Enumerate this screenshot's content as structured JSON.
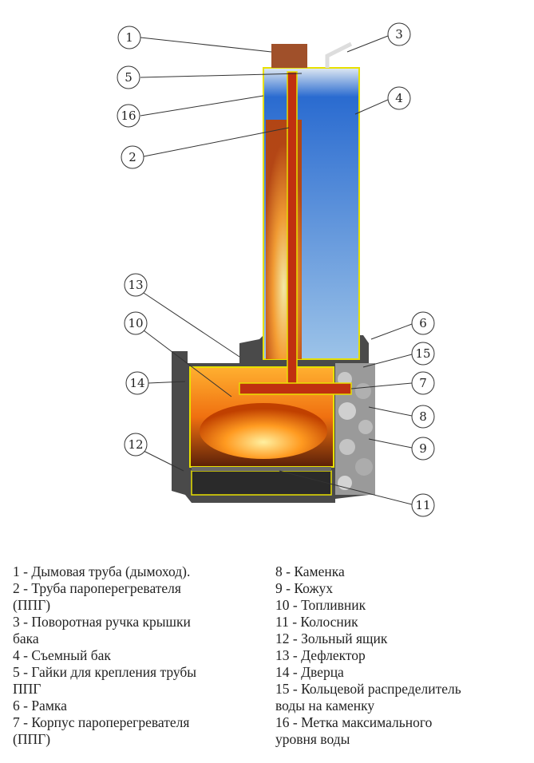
{
  "callouts": [
    "1",
    "2",
    "3",
    "4",
    "5",
    "6",
    "7",
    "8",
    "9",
    "10",
    "11",
    "12",
    "13",
    "14",
    "15",
    "16"
  ],
  "legend_left": [
    "1 - Дымовая труба (дымоход).",
    "2 - Труба пароперегревателя",
    "(ППГ)",
    "3 - Поворотная ручка крышки",
    "бака",
    "4 - Съемный бак",
    "5 - Гайки для крепления трубы",
    "ППГ",
    "6 - Рамка",
    "7 - Корпус пароперегревателя",
    "(ППГ)"
  ],
  "legend_right": [
    "8 - Каменка",
    "9 - Кожух",
    "10 - Топливник",
    "11 - Колосник",
    "12 - Зольный ящик",
    "13 - Дефлектор",
    "14 - Дверца",
    "15 - Кольцевой распределитель",
    "воды на каменку",
    "16 - Метка максимального",
    "уровня воды"
  ],
  "colors": {
    "outline": "#e8e000",
    "water": "#3b7fd0",
    "fire": "#f08a10",
    "chimney": "#a0502a",
    "steel": "#4a4a4a",
    "stones": "#a8a8a8"
  }
}
